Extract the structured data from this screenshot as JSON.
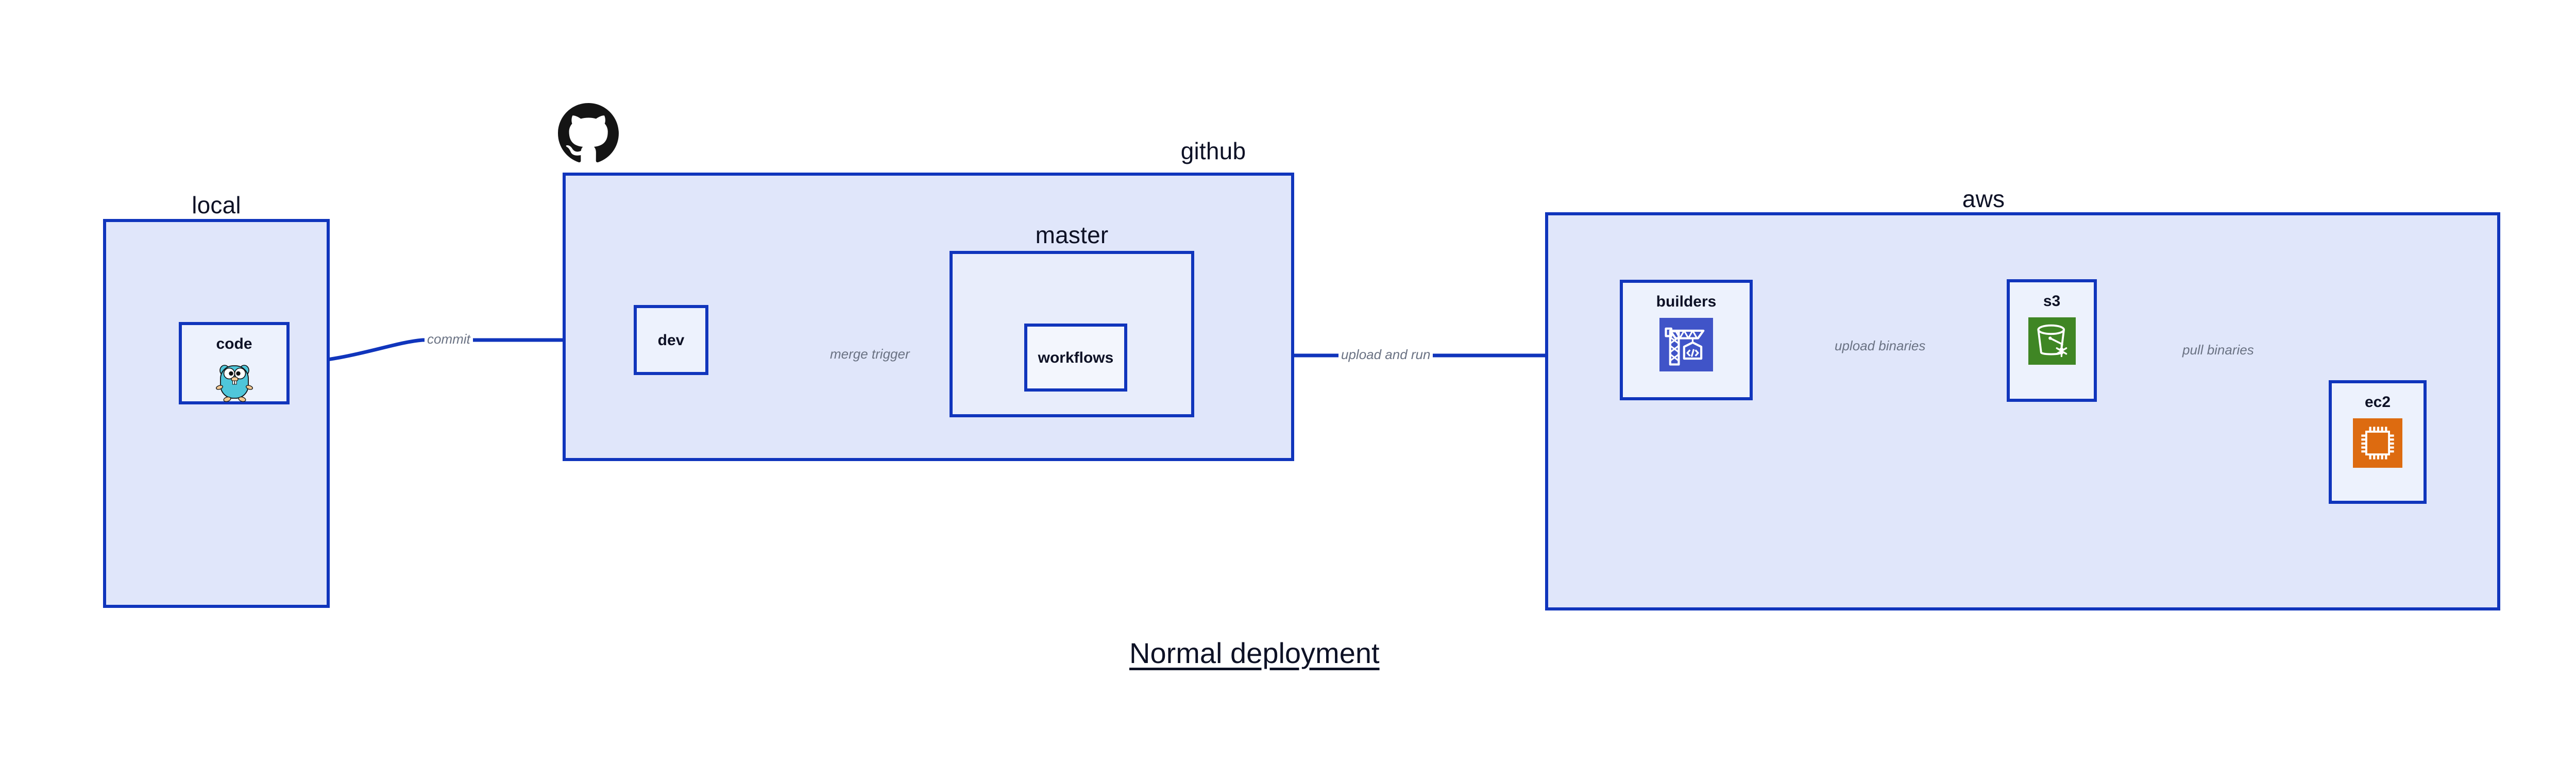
{
  "diagram": {
    "title": "Normal deployment",
    "colors": {
      "group_fill": "#E0E6FA",
      "group_inner_fill": "#E8EDFB",
      "node_fill": "#EDF2FD",
      "border_blue": "#1035BC",
      "edge_blue": "#1035BC",
      "edge_label_gray": "#6A7283",
      "text_dark": "#0D1125",
      "builders_icon_bg": "#4054C8",
      "s3_icon_bg": "#3F8624",
      "ec2_icon_bg": "#DD6B10",
      "go_gopher_cyan": "#4FC6DA"
    }
  },
  "groups": {
    "local": {
      "label": "local"
    },
    "github": {
      "label": "github",
      "logo_icon": "github-octocat-icon"
    },
    "master": {
      "label": "master"
    },
    "aws": {
      "label": "aws"
    }
  },
  "nodes": {
    "code": {
      "label": "code",
      "icon": "go-gopher-icon"
    },
    "dev": {
      "label": "dev"
    },
    "workflows": {
      "label": "workflows"
    },
    "builders": {
      "label": "builders",
      "icon": "crane-code-icon"
    },
    "s3": {
      "label": "s3",
      "icon": "s3-bucket-icon"
    },
    "ec2": {
      "label": "ec2",
      "icon": "cpu-chip-icon"
    }
  },
  "edges": [
    {
      "id": "code-to-dev",
      "label": "commit",
      "from": "code",
      "to": "dev"
    },
    {
      "id": "dev-to-workflows",
      "label": "merge trigger",
      "from": "dev",
      "to": "workflows"
    },
    {
      "id": "workflows-to-builders",
      "label": "upload and run",
      "from": "workflows",
      "to": "builders"
    },
    {
      "id": "builders-to-s3",
      "label": "upload binaries",
      "from": "builders",
      "to": "s3"
    },
    {
      "id": "s3-to-ec2",
      "label": "pull binaries",
      "from": "s3",
      "to": "ec2"
    }
  ]
}
